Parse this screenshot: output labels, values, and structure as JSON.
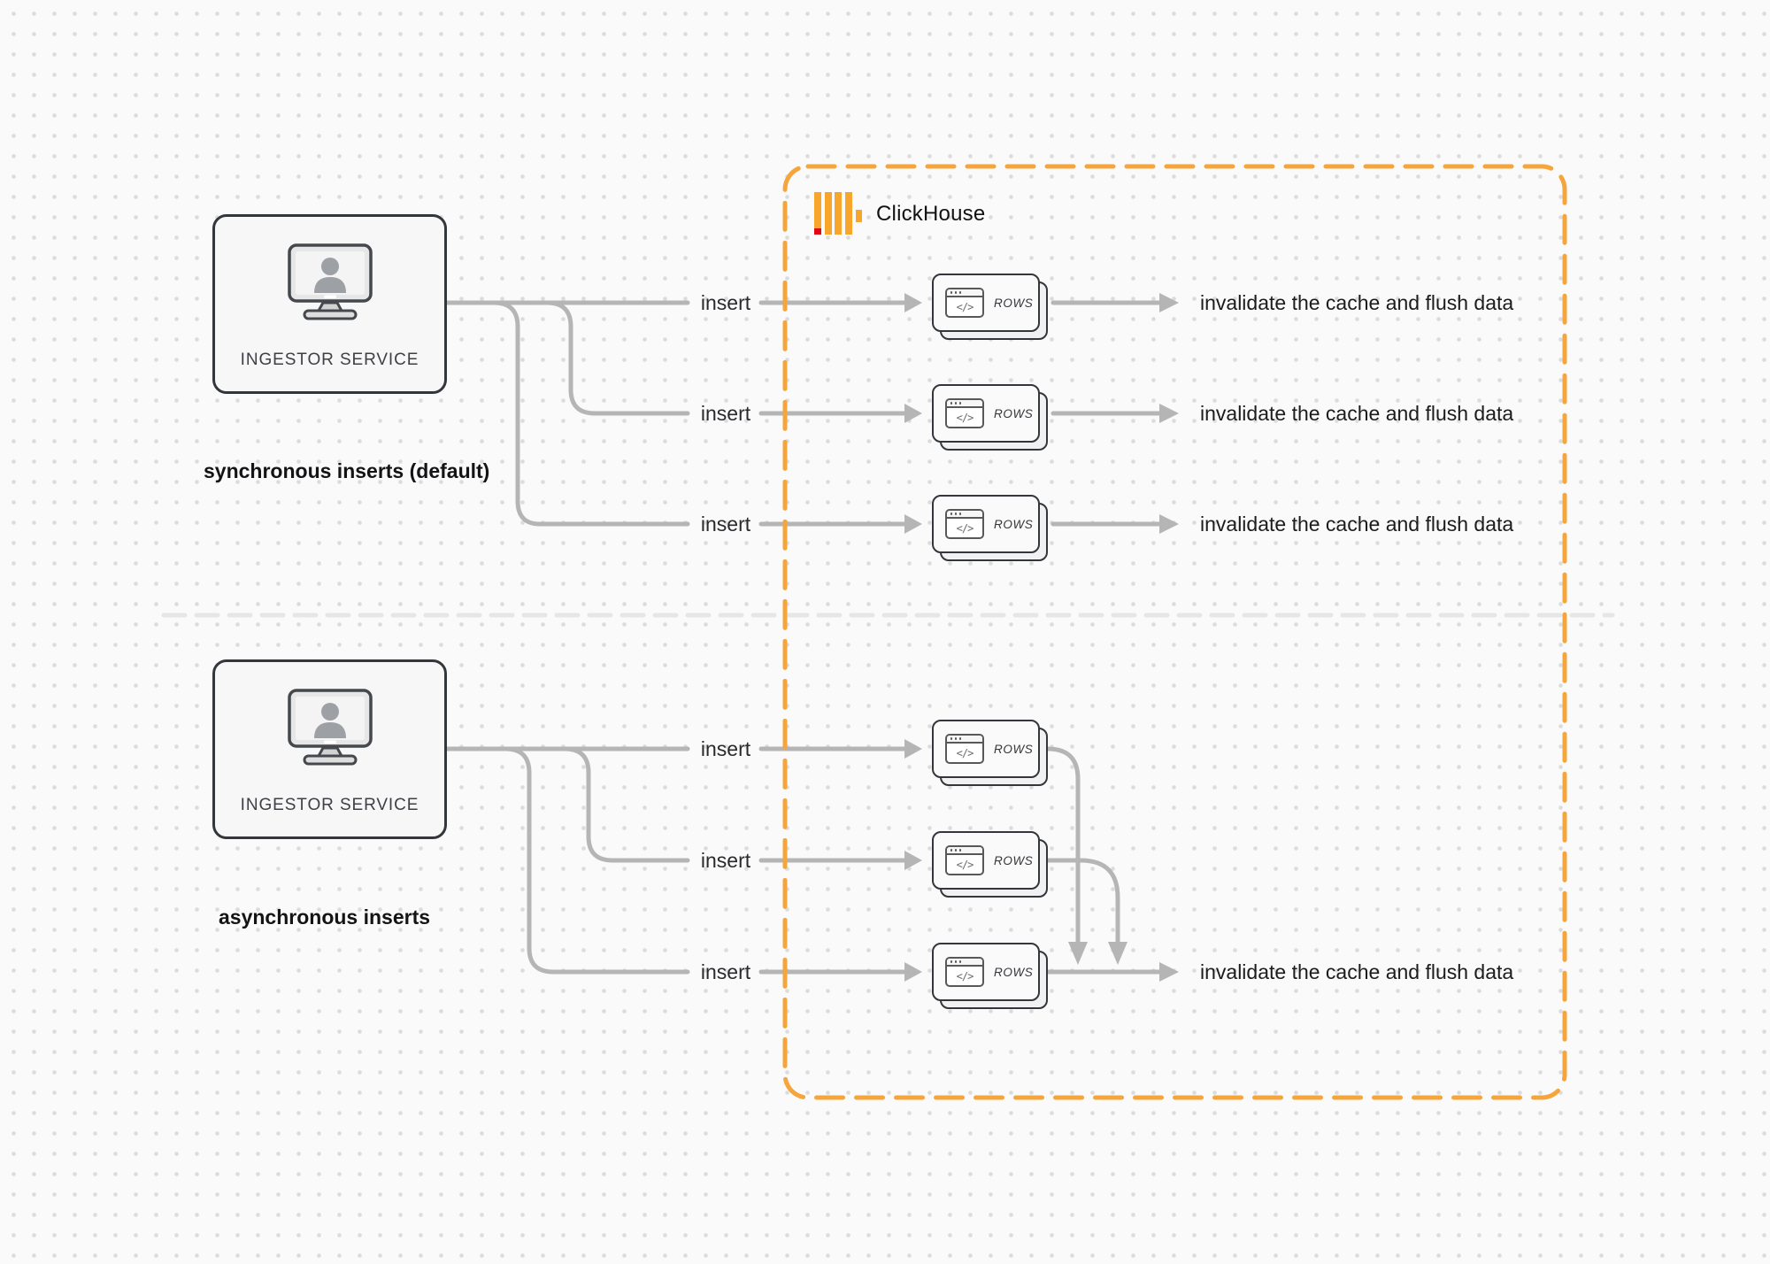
{
  "colors": {
    "bg": "#fafafa",
    "dot_color": "#dcdcdc",
    "accent_orange": "#f6a53c",
    "logo_amber": "#f7a52b",
    "logo_red": "#e00814",
    "line_gray": "#b5b5b5",
    "divider_gray": "#e6e6e6",
    "border_dark": "#33363b",
    "box_fill": "#f7f7f7",
    "card_fill": "#fafafa",
    "card_back_fill": "#f1f1f1",
    "text_dark": "#141416",
    "text_mid": "#3f3f46"
  },
  "clickhouse": {
    "label": "ClickHouse"
  },
  "card_icon_glyph": "</>",
  "sync": {
    "service_label": "INGESTOR SERVICE",
    "caption": "synchronous inserts (default)",
    "insert_labels": [
      "insert",
      "insert",
      "insert"
    ],
    "card_labels": [
      "ROWS",
      "ROWS",
      "ROWS"
    ],
    "results": [
      "invalidate the cache and flush data",
      "invalidate the cache and flush data",
      "invalidate the cache and flush data"
    ]
  },
  "async": {
    "service_label": "INGESTOR SERVICE",
    "caption": "asynchronous inserts",
    "insert_labels": [
      "insert",
      "insert",
      "insert"
    ],
    "card_labels": [
      "ROWS",
      "ROWS",
      "ROWS"
    ],
    "result": "invalidate the cache and flush data"
  }
}
